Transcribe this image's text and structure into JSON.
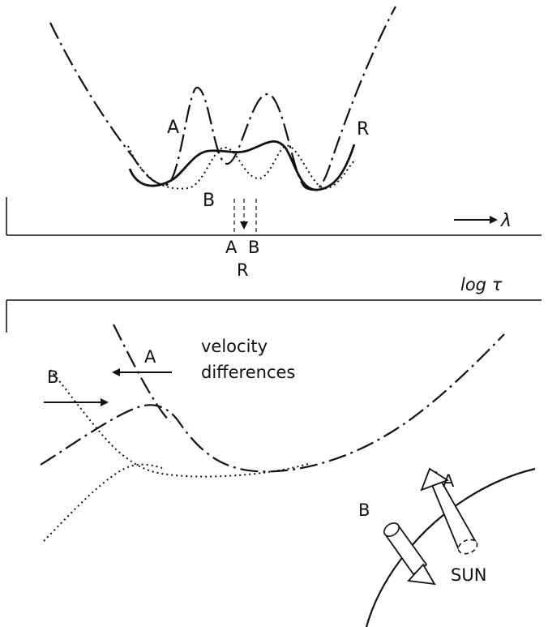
{
  "top_panel": {
    "labels": {
      "A": "A",
      "B": "B",
      "R": "R",
      "axis_x": "λ",
      "tick_A": "A",
      "tick_B": "B",
      "tick_R": "R"
    }
  },
  "bottom_panel": {
    "axis_label": "log τ",
    "velocity_label_1": "velocity",
    "velocity_label_2": "differences",
    "arrow_label_A": "A",
    "arrow_label_B": "B"
  },
  "sun": {
    "label": "SUN",
    "cone_A": "A",
    "cone_B": "B"
  },
  "colors": {
    "ink": "#111111",
    "background": "#ffffff"
  }
}
